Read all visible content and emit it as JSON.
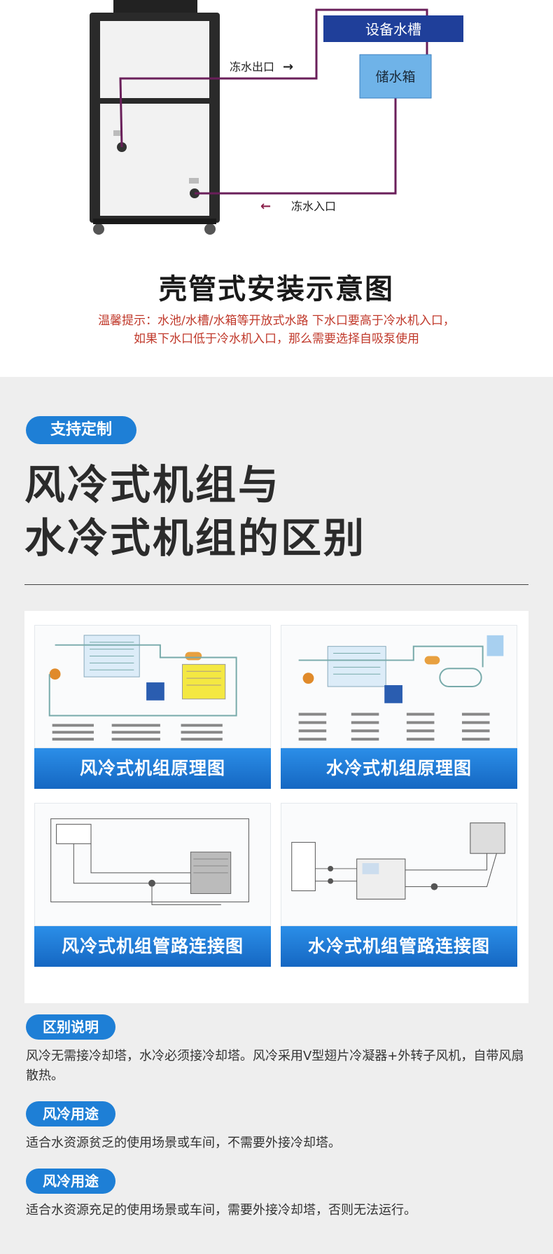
{
  "diagram": {
    "tank_label": "设备水槽",
    "box_label": "储水箱",
    "outlet_label": "冻水出口",
    "inlet_label": "冻水入口",
    "arrow_right": "→",
    "arrow_left": "←"
  },
  "install": {
    "title": "壳管式安装示意图",
    "tip_line1": "温馨提示：水池/水槽/水箱等开放式水路 下水口要高于冷水机入口，",
    "tip_line2": "如果下水口低于冷水机入口，那么需要选择自吸泵使用"
  },
  "compare": {
    "badge": "支持定制",
    "heading_line1": "风冷式机组与",
    "heading_line2": "水冷式机组的区别",
    "cards": [
      {
        "label": "风冷式机组原理图"
      },
      {
        "label": "水冷式机组原理图"
      },
      {
        "label": "风冷式机组管路连接图"
      },
      {
        "label": "水冷式机组管路连接图"
      }
    ]
  },
  "sections": [
    {
      "badge": "区别说明",
      "text": "风冷无需接冷却塔，水冷必须接冷却塔。风冷采用V型翅片冷凝器+外转子风机，自带风扇散热。"
    },
    {
      "badge": "风冷用途",
      "text": "适合水资源贫乏的使用场景或车间，不需要外接冷却塔。"
    },
    {
      "badge": "风冷用途",
      "text": "适合水资源充足的使用场景或车间，需要外接冷却塔，否则无法运行。"
    }
  ],
  "colors": {
    "accent": "#1e7fd6",
    "tip": "#c0392b",
    "pipe": "#6a1f5a",
    "tank": "#1f3f9a",
    "box": "#6fb3e8"
  }
}
